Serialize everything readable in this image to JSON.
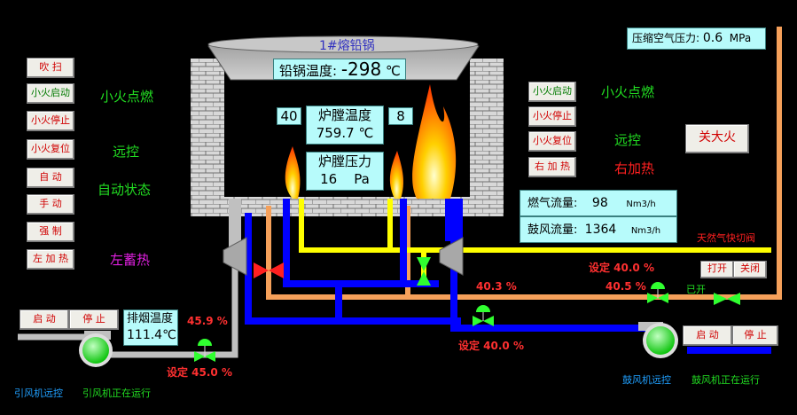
{
  "pot": {
    "title": "1#熔铅锅",
    "temp_label": "铅锅温度:",
    "temp_value": "-298",
    "temp_unit": "℃"
  },
  "furnace": {
    "left_num": "40",
    "right_num": "8",
    "temp_label": "炉膛温度",
    "temp_value": "759.7",
    "temp_unit": "℃",
    "press_label": "炉膛压力",
    "press_value": "16",
    "press_unit": "Pa"
  },
  "air_pressure": {
    "label": "压缩空气压力:",
    "value": "0.6",
    "unit": "MPa"
  },
  "left_panel": {
    "buttons": [
      "吹 扫",
      "小火启动",
      "小火停止",
      "小火复位",
      "自 动",
      "手 动",
      "强 制",
      "左 加 热"
    ],
    "status": [
      "小火点燃",
      "远控",
      "自动状态",
      "左蓄热"
    ]
  },
  "right_panel": {
    "buttons": [
      "小火启动",
      "小火停止",
      "小火复位",
      "右 加 热"
    ],
    "status": [
      "小火点燃",
      "远控",
      "右加热"
    ],
    "big_button": "关大火"
  },
  "flow": {
    "gas_label": "燃气流量:",
    "gas_value": "98",
    "gas_unit": "Nm3/h",
    "air_label": "鼓风流量:",
    "air_value": "1364",
    "air_unit": "Nm3/h"
  },
  "valve_switch": {
    "label": "天然气快切阀",
    "open": "打开",
    "close": "关闭",
    "state": "已开"
  },
  "valves": {
    "gas_set": "设定 40.0 %",
    "gas_out": "40.5 %",
    "air_out": "40.3 %",
    "air_set": "设定 40.0 %",
    "flue_out": "45.9 %",
    "flue_set": "设定  45.0 %"
  },
  "exhaust": {
    "label": "排烟温度",
    "value": "111.4",
    "unit": "℃"
  },
  "induced_fan": {
    "start": "启 动",
    "stop": "停 止",
    "remote": "引风机远控",
    "status": "引风机正在运行"
  },
  "blower_fan": {
    "start": "启 动",
    "stop": "停 止",
    "remote": "鼓风机远控",
    "status": "鼓风机正在运行"
  },
  "colors": {
    "gas_pipe": "#ffff00",
    "air_pipe": "#0000ff",
    "flue_pipe": "#c0c0c0",
    "orange_pipe": "#f5a05a",
    "panel": "#b7fbfb"
  }
}
